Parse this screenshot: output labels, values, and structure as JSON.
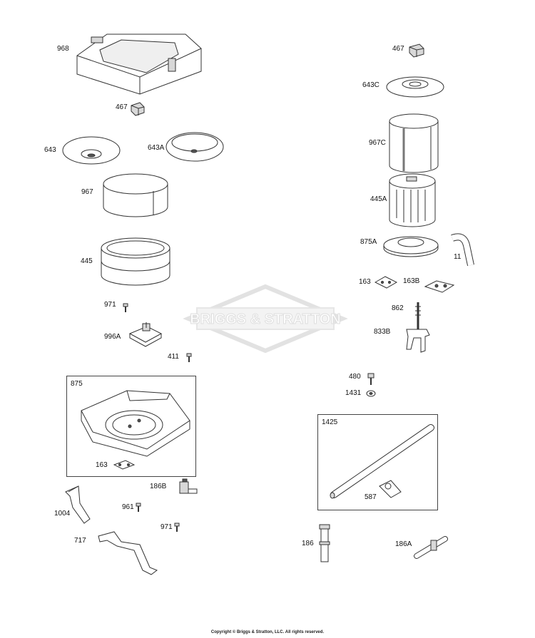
{
  "watermark": "BRIGGS & STRATTON",
  "copyright": "Copyright © Briggs & Stratton, LLC. All rights reserved.",
  "labels": {
    "p968": "968",
    "p467a": "467",
    "p643": "643",
    "p643a": "643A",
    "p967": "967",
    "p445": "445",
    "p971a": "971",
    "p996a": "996A",
    "p411": "411",
    "p875": "875",
    "p163a": "163",
    "p186b": "186B",
    "p1004": "1004",
    "p961": "961",
    "p971b": "971",
    "p717": "717",
    "p467b": "467",
    "p643c": "643C",
    "p967c": "967C",
    "p445a": "445A",
    "p875a": "875A",
    "p11": "11",
    "p163b_left": "163",
    "p163b": "163B",
    "p862": "862",
    "p833b": "833B",
    "p480": "480",
    "p1431": "1431",
    "p1425": "1425",
    "p587": "587",
    "p186": "186",
    "p186a": "186A"
  }
}
